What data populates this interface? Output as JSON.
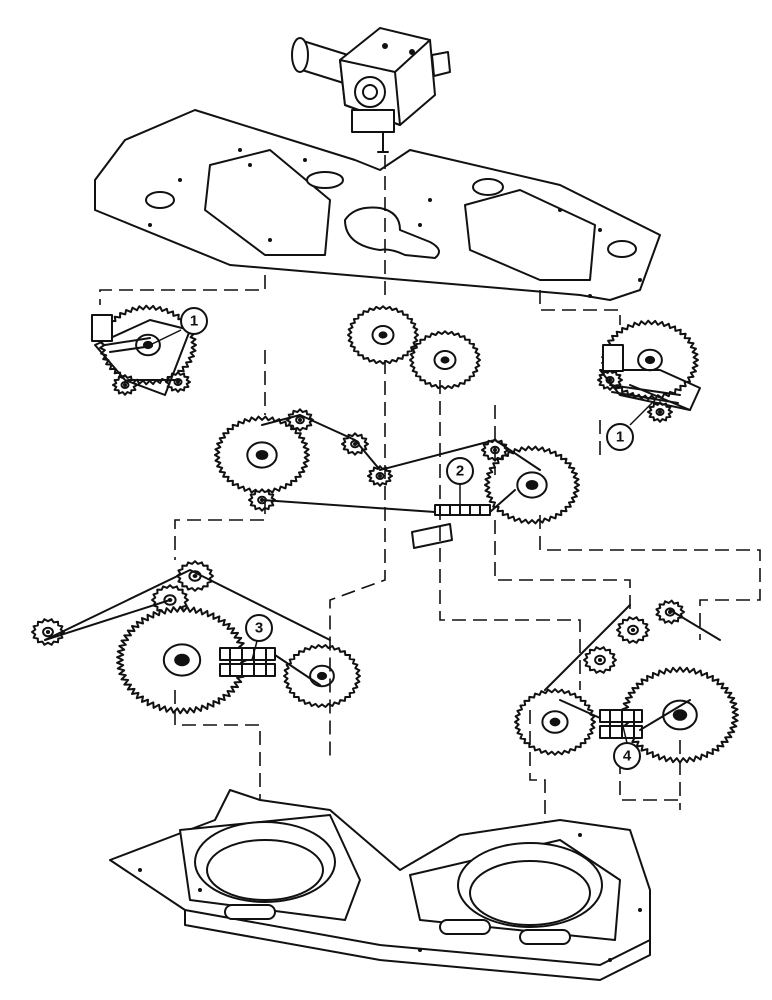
{
  "callouts": [
    {
      "id": "callout-1a",
      "label": "1"
    },
    {
      "id": "callout-1b",
      "label": "1"
    },
    {
      "id": "callout-2",
      "label": "2"
    },
    {
      "id": "callout-3",
      "label": "3"
    },
    {
      "id": "callout-4",
      "label": "4"
    }
  ]
}
